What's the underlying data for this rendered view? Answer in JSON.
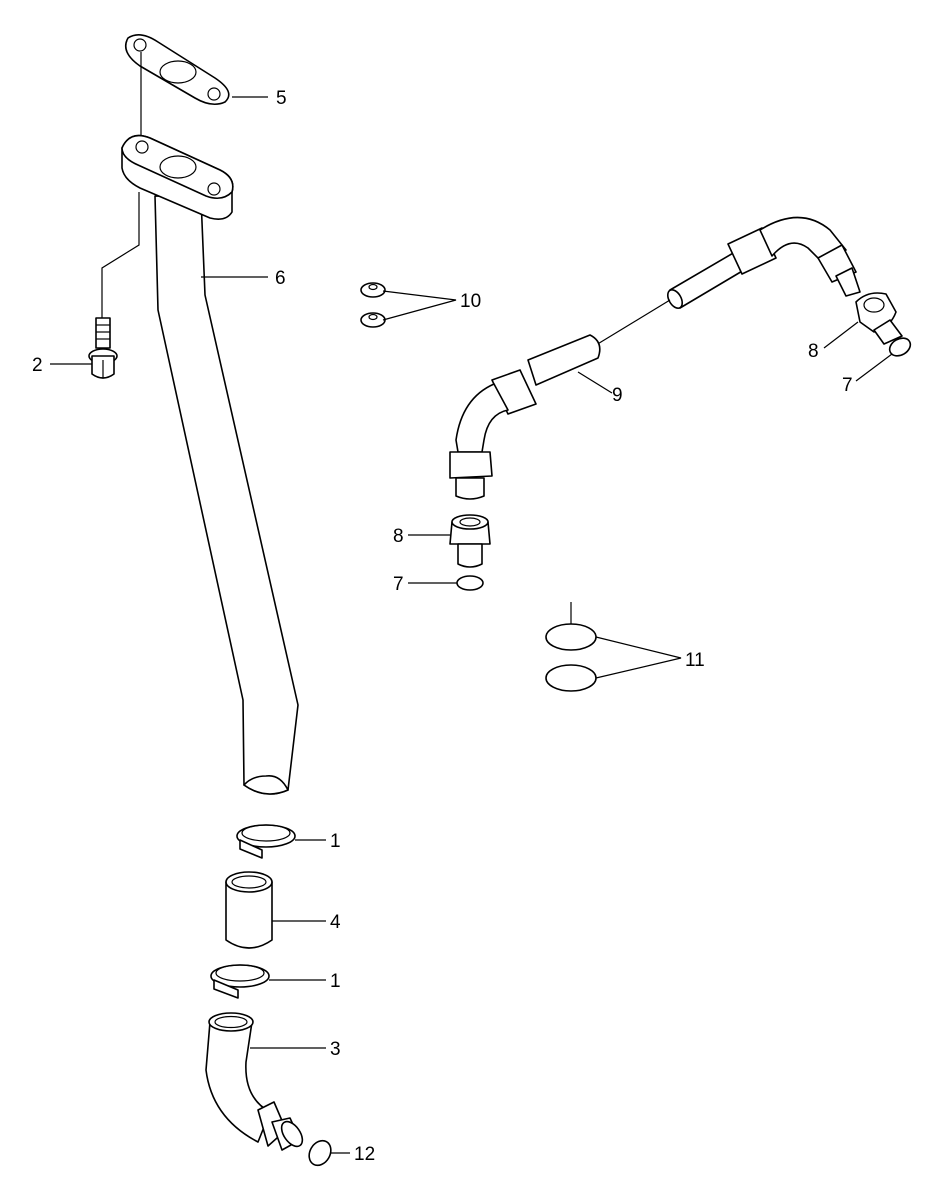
{
  "callouts": {
    "c1a": "1",
    "c1b": "1",
    "c2": "2",
    "c3": "3",
    "c4": "4",
    "c5": "5",
    "c6": "6",
    "c7a": "7",
    "c7b": "7",
    "c8a": "8",
    "c8b": "8",
    "c9": "9",
    "c10": "10",
    "c11": "11",
    "c12": "12"
  },
  "parts": {
    "p1": "clamp",
    "p2": "flange-bolt",
    "p3": "elbow-pipe",
    "p4": "hose",
    "p5": "gasket",
    "p6": "oil-return-pipe",
    "p7": "o-ring",
    "p8": "connector",
    "p9": "oil-feed-hose",
    "p10": "washer",
    "p11": "gasket",
    "p12": "o-ring"
  }
}
